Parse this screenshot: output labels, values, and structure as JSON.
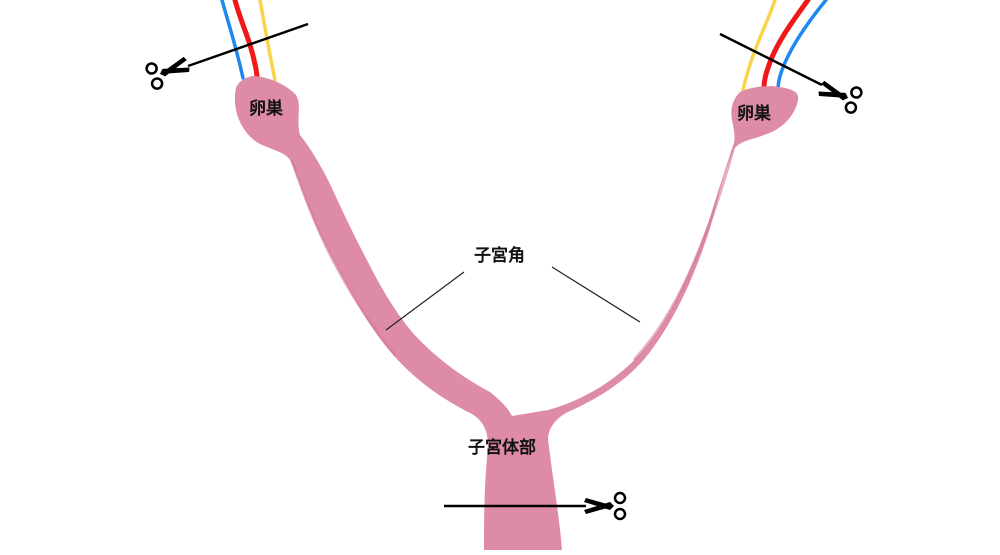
{
  "diagram": {
    "type": "anatomical-surgical-diagram",
    "colors": {
      "uterus_fill": "#DE8CA6",
      "uterus_shadow": "#D37A97",
      "artery": "#F01818",
      "vein": "#1E88F0",
      "ligament": "#F8D448",
      "cut_line": "#000000",
      "leader_line": "#222222"
    },
    "labels": {
      "left_ovary": "卵巣",
      "right_ovary": "卵巣",
      "uterine_horn": "子宮角",
      "uterine_body": "子宮体部"
    },
    "icons": {
      "cut_marker": "scissors-icon"
    },
    "cut_sites": [
      {
        "name": "left-ovarian-pedicle",
        "icon": "scissors-icon"
      },
      {
        "name": "right-ovarian-pedicle",
        "icon": "scissors-icon"
      },
      {
        "name": "uterine-body",
        "icon": "scissors-icon"
      }
    ]
  }
}
